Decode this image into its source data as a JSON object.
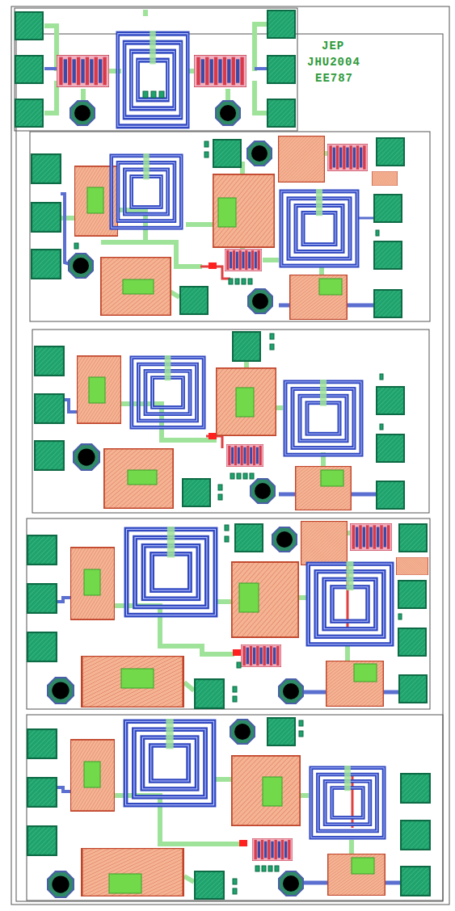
{
  "diagram": {
    "labels": [
      "JEP",
      "JHU2004",
      "EE787"
    ]
  }
}
